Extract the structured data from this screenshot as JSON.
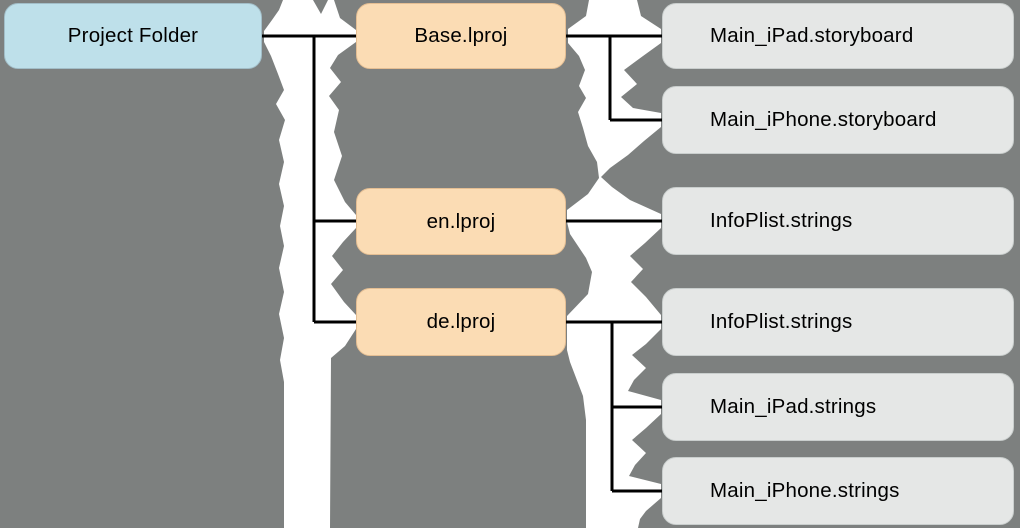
{
  "diagram": {
    "labels": {
      "project_folder": "Project Folder",
      "base_lproj": "Base.lproj",
      "en_lproj": "en.lproj",
      "de_lproj": "de.lproj",
      "main_ipad_storyboard": "Main_iPad.storyboard",
      "main_iphone_storyboard": "Main_iPhone.storyboard",
      "infoplist_strings_en": "InfoPlist.strings",
      "infoplist_strings_de": "InfoPlist.strings",
      "main_ipad_strings": "Main_iPad.strings",
      "main_iphone_strings": "Main_iPhone.strings"
    },
    "hierarchy": {
      "Project Folder": [
        "Base.lproj",
        "en.lproj",
        "de.lproj"
      ],
      "Base.lproj": [
        "Main_iPad.storyboard",
        "Main_iPhone.storyboard"
      ],
      "en.lproj": [
        "InfoPlist.strings"
      ],
      "de.lproj": [
        "InfoPlist.strings",
        "Main_iPad.strings",
        "Main_iPhone.strings"
      ]
    },
    "colors": {
      "background": "#7D807F",
      "folder_node": "#BEE0EA",
      "lproj_node": "#FBDCB4",
      "file_node": "#E5E7E6",
      "connector": "#000000",
      "tear_gap": "#FFFFFF"
    }
  }
}
